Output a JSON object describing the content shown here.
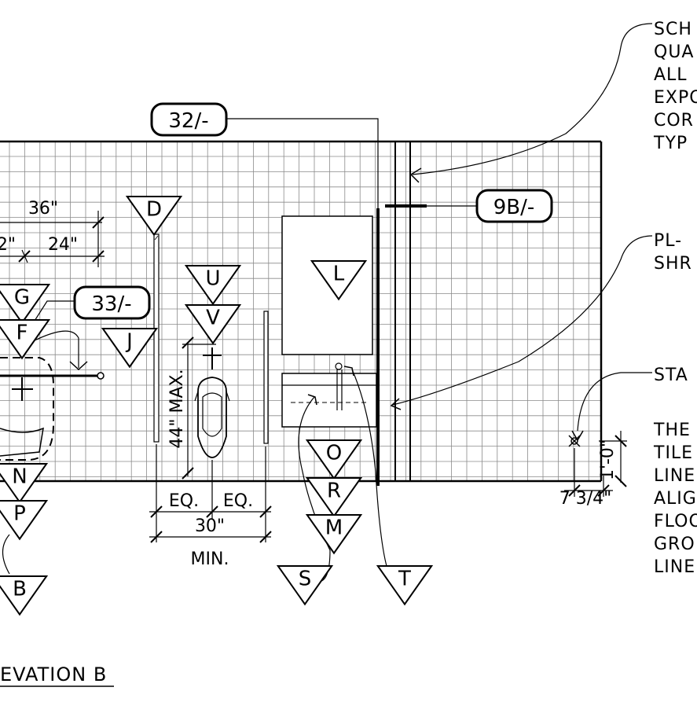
{
  "title": "EVATION B",
  "callouts": {
    "c32": "32/-",
    "c9b": "9B/-",
    "c33": "33/-"
  },
  "markers": {
    "D": "D",
    "G": "G",
    "F": "F",
    "J": "J",
    "U": "U",
    "V": "V",
    "L": "L",
    "N": "N",
    "P": "P",
    "B": "B",
    "O": "O",
    "R": "R",
    "M": "M",
    "S": "S",
    "T": "T"
  },
  "dimensions": {
    "d36": "36\"",
    "d2": "2\"",
    "d24": "24\"",
    "d44": "44\" MAX.",
    "eq1": "EQ.",
    "eq2": "EQ.",
    "d30": "30\"",
    "min": "MIN.",
    "d734": "7 3/4\"",
    "d10": "1'-0\""
  },
  "notes": {
    "sch": [
      "SCH",
      "QUA",
      "ALL",
      "EXPO",
      "COR",
      "TYP"
    ],
    "pl": [
      "PL-",
      "SHR"
    ],
    "sta": [
      "STA"
    ],
    "the": [
      "THE",
      "TILE",
      "LINE",
      "ALIG",
      "FLOO",
      "GRO",
      "LINE"
    ]
  }
}
